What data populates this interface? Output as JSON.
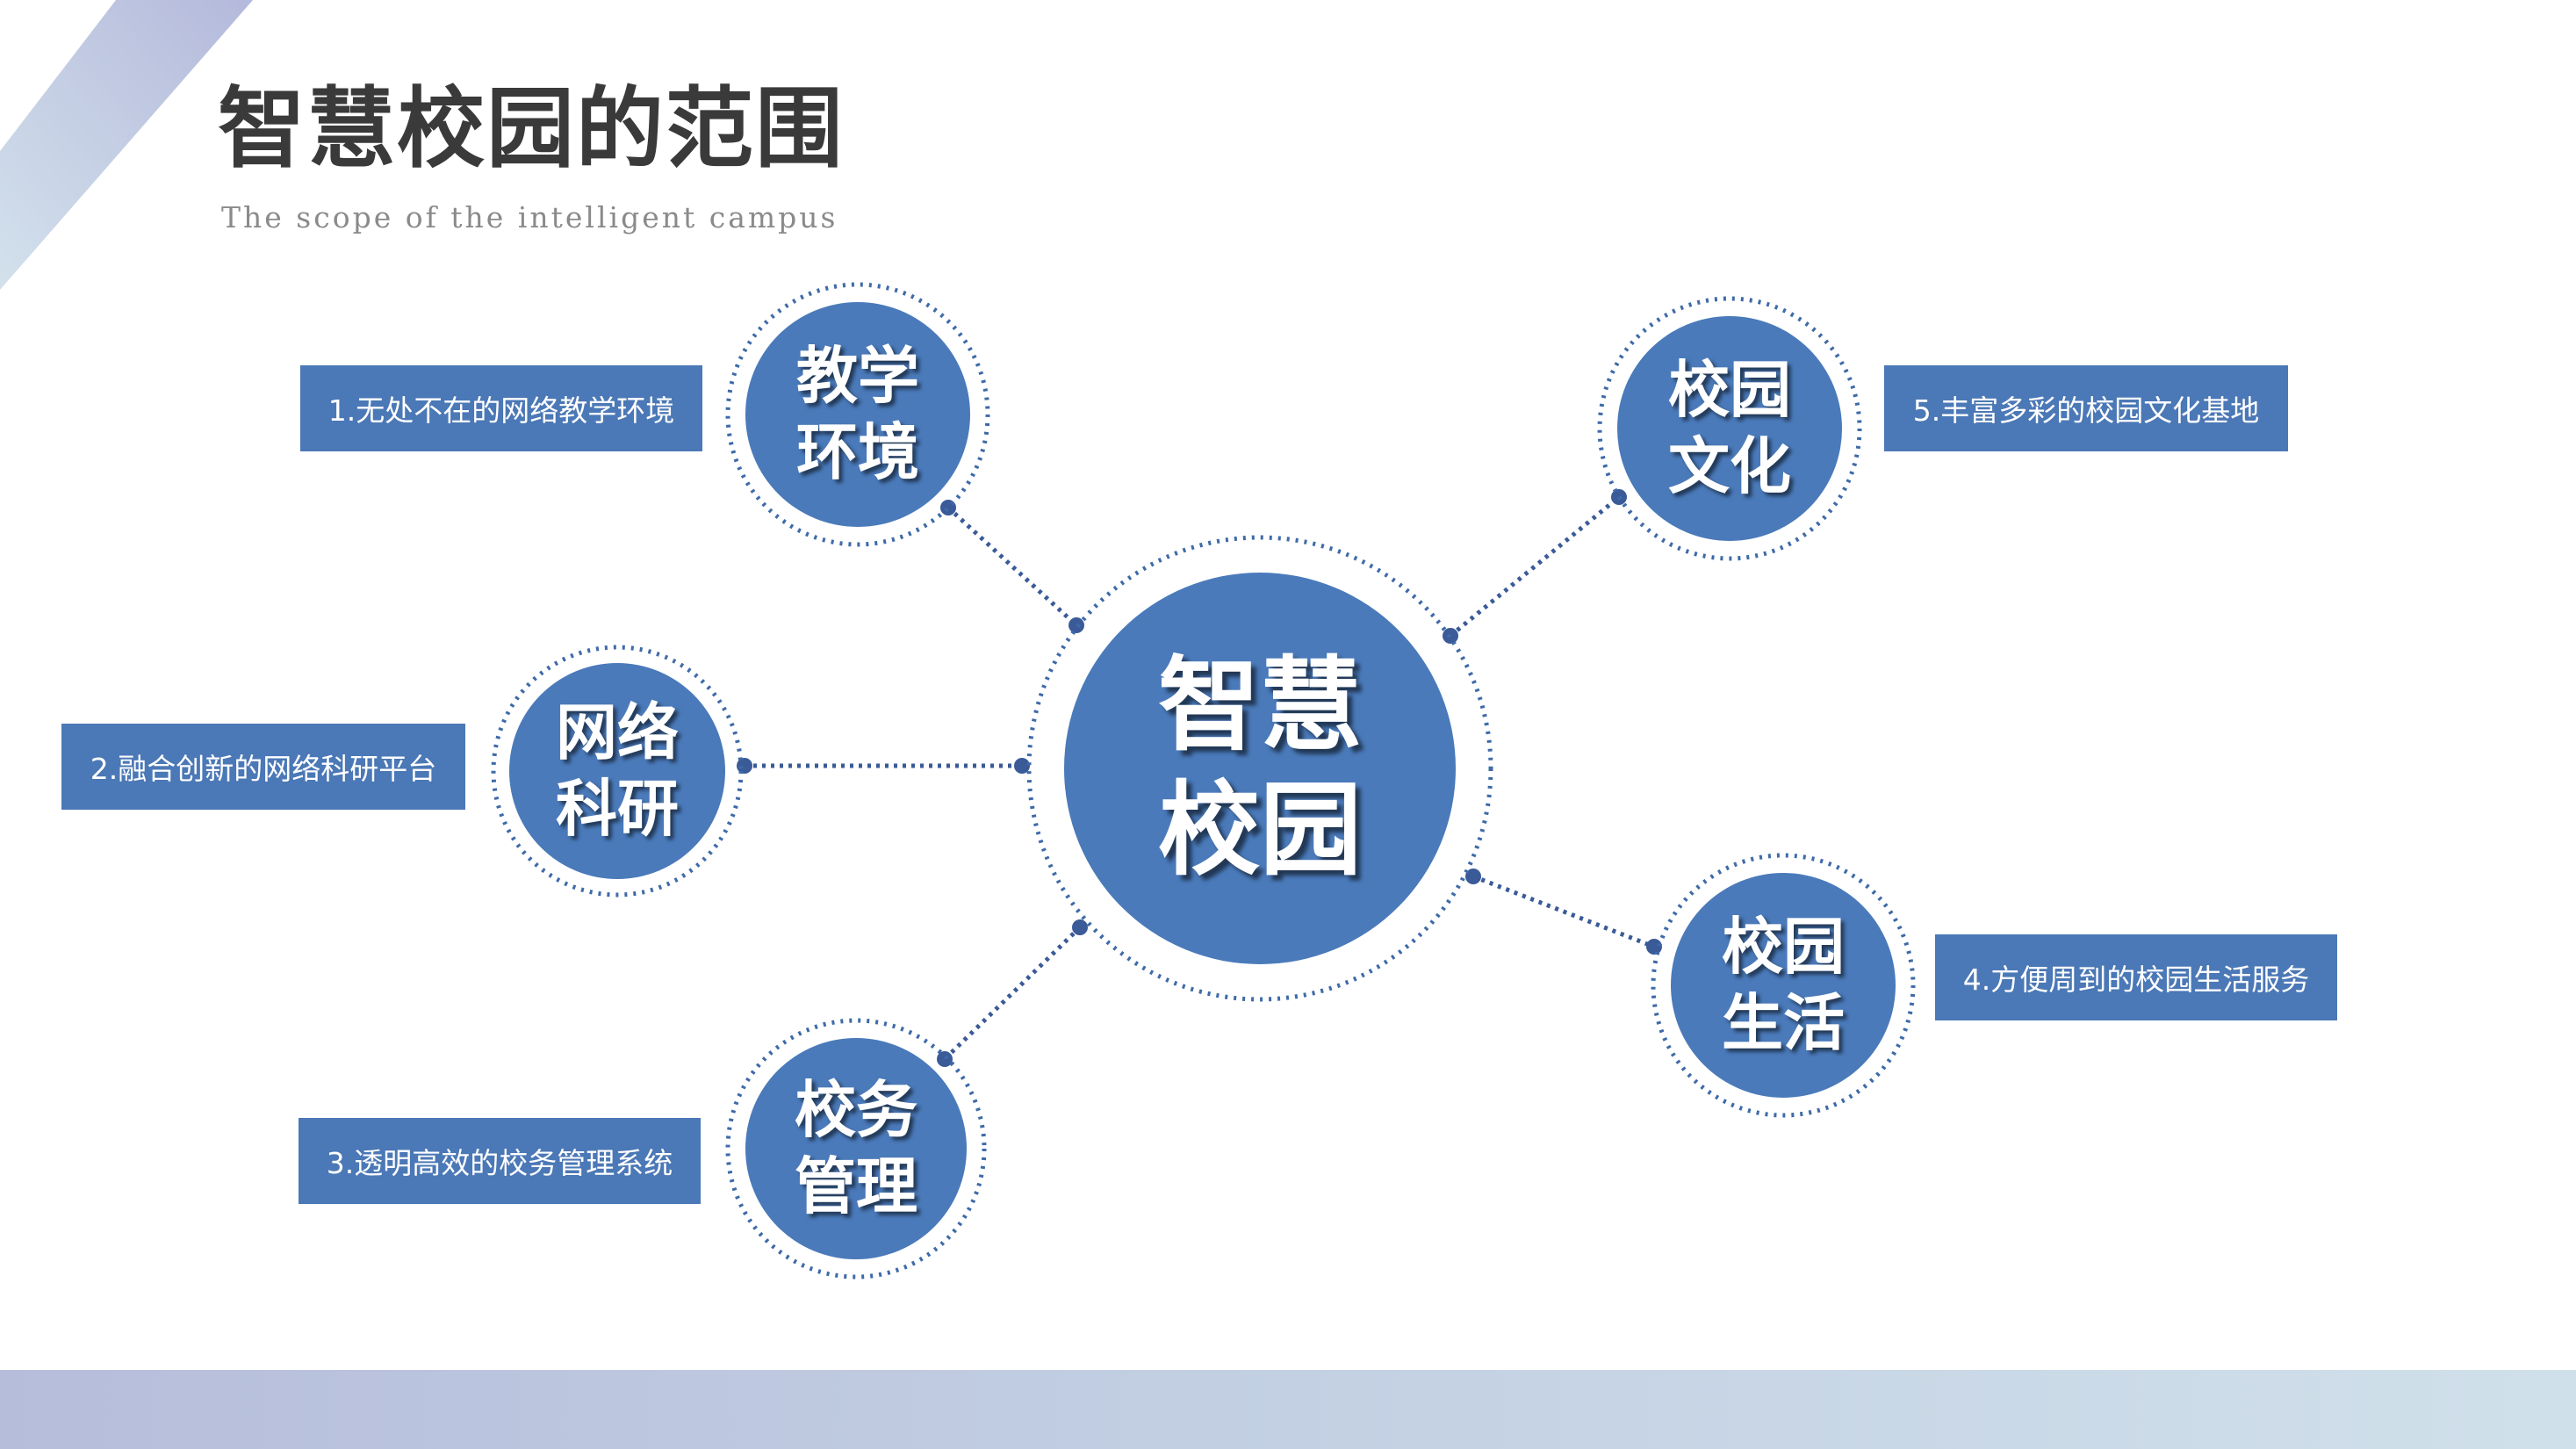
{
  "title": "智慧校园的范围",
  "subtitle": "The scope of the intelligent campus",
  "center": {
    "label": "智慧\n校园"
  },
  "nodes": [
    {
      "id": "teaching-environment",
      "label": "教学\n环境",
      "description": "1.无处不在的网络教学环境"
    },
    {
      "id": "network-research",
      "label": "网络\n科研",
      "description": "2.融合创新的网络科研平台"
    },
    {
      "id": "school-management",
      "label": "校务\n管理",
      "description": "3.透明高效的校务管理系统"
    },
    {
      "id": "campus-life",
      "label": "校园\n生活",
      "description": "4.方便周到的校园生活服务"
    },
    {
      "id": "campus-culture",
      "label": "校园\n文化",
      "description": "5.丰富多彩的校园文化基地"
    }
  ],
  "colors": {
    "node_fill": "#4a7aba",
    "dotted_ring": "#3e6aa8",
    "connector": "#3a5a98",
    "description_box": "#4b78b6",
    "title_text": "#3a3a3a",
    "subtitle_text": "#8a8a8a"
  }
}
